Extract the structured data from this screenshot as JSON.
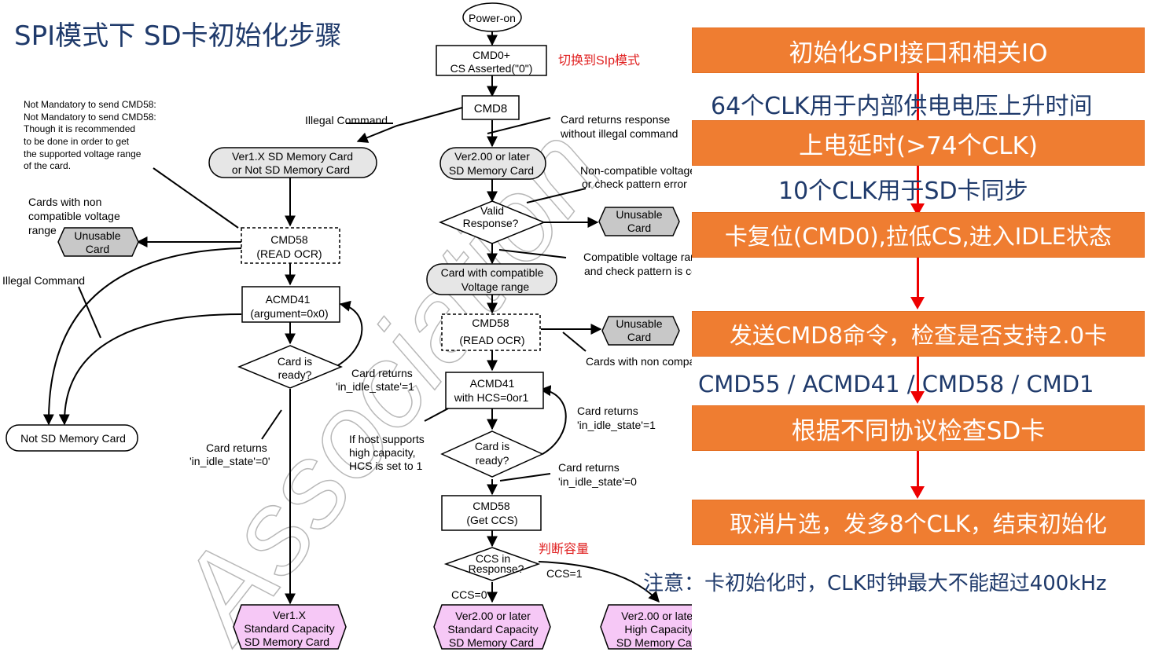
{
  "title": "SPI模式下 SD卡初始化步骤",
  "steps": [
    "初始化SPI接口和相关IO",
    "上电延时(>74个CLK)",
    "卡复位(CMD0),拉低CS,进入IDLE状态",
    "发送CMD8命令，检查是否支持2.0卡",
    "根据不同协议检查SD卡",
    "取消片选，发多8个CLK，结束初始化"
  ],
  "between": {
    "clk64": "64个CLK用于内部供电电压上升时间",
    "clk10": "10个CLK用于SD卡同步",
    "cmds": "CMD55 / ACMD41 / CMD58 / CMD1"
  },
  "note": "注意：卡初始化时，CLK时钟最大不能超过400kHz",
  "flow": {
    "power_on": "Power-on",
    "cmd0_l1": "CMD0+",
    "cmd0_l2": "CS Asserted(\"0\")",
    "switch_spi": "切换到SIp模式",
    "cmd8": "CMD8",
    "illegal_cmd_top": "Illegal Command",
    "card_resp_l1": "Card returns response",
    "card_resp_l2": "without illegal command",
    "ver1_l1": "Ver1.X SD Memory Card",
    "ver1_l2": "or Not SD Memory Card",
    "ver2_l1": "Ver2.00 or later",
    "ver2_l2": "SD Memory Card",
    "not_mand": [
      "Not Mandatory to send CMD58:",
      "Not Mandatory to send CMD58:",
      "Though it is recommended",
      "to be done in order to get",
      "the supported voltage range",
      "of the card."
    ],
    "noncompat_l1": "Non-compatible voltage range",
    "noncompat_l2": "or check pattern error",
    "valid_l1": "Valid",
    "valid_l2": "Response?",
    "unusable_l1": "Unusable",
    "unusable_l2": "Card",
    "cards_non_l1": "Cards with non",
    "cards_non_l2": "compatible voltage",
    "cards_non_l3": "range",
    "cmd58_l1": "CMD58",
    "cmd58_l2": "(READ OCR)",
    "compat_l1": "Compatible voltage range",
    "compat_l2": "and check pattern is correct",
    "card_compat_l1": "Card with compatible",
    "card_compat_l2": "Voltage range",
    "illegal_cmd_left": "Illegal Command",
    "acmd41_l1": "ACMD41",
    "acmd41_l2": "(argument=0x0)",
    "cards_non_long": "Cards with non compatible voltage range",
    "ready_l1": "Card is",
    "ready_l2": "ready?",
    "idle1_l1": "Card returns",
    "idle1_l2": "'in_idle_state'=1",
    "acmd41b_l1": "ACMD41",
    "acmd41b_l2": "with HCS=0or1",
    "not_sd": "Not SD Memory Card",
    "host_l1": "If host supports",
    "host_l2": "high capacity,",
    "host_l3": "HCS is set to 1",
    "idle0_l1": "Card returns",
    "idle0_l2": "'in_idle_state'=0'",
    "idle0b_l2": "'in_idle_state'=0",
    "cmd58b_l2": "(Get CCS)",
    "judge": "判断容量",
    "ccs_l1": "CCS in",
    "ccs_l2": "Response?",
    "ccs1": "CCS=1",
    "ccs0": "CCS=0",
    "v1std_l1": "Ver1.X",
    "v1std_l2": "Standard Capacity",
    "v1std_l3": "SD Memory Card",
    "v2std_l3": "SD Memory Card",
    "v2hc_l2": "High Capacity"
  },
  "colors": {
    "step_bg": "#ef7d31",
    "title": "#1f3a6b",
    "arrow_red": "#ee0000",
    "terminal_gray": "#e6e6e6",
    "unusable_gray": "#c8c8c8",
    "result_pink": "#f6c8f6",
    "annot_red": "#e02020"
  }
}
